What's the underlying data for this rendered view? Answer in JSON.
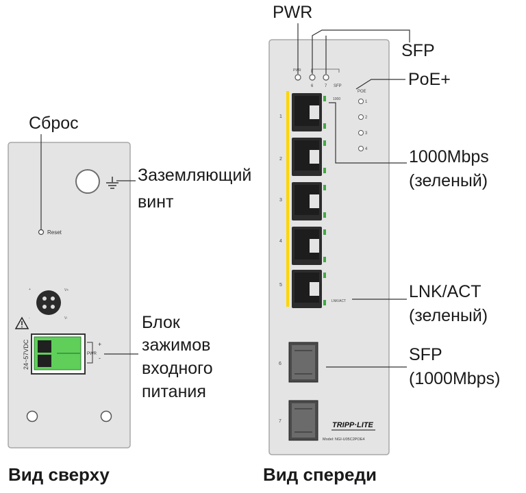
{
  "top_view": {
    "caption": "Вид сверху",
    "reset_callout": "Сброс",
    "reset_marking": "Reset",
    "ground_callout": [
      "Заземляющий",
      "винт"
    ],
    "terminal_callout": [
      "Блок",
      "зажимов",
      "входного",
      "питания"
    ],
    "voltage_marking": "24~57VDC",
    "terminal_marking": "PWR",
    "terminal_polarity": [
      "+",
      "-"
    ],
    "console_pins": [
      "V+",
      "V-",
      "+",
      "-"
    ]
  },
  "front_view": {
    "caption": "Вид спереди",
    "pwr_callout": "PWR",
    "sfp_led_callout": "SFP",
    "poe_callout": "PoE+",
    "speed_callout": [
      "1000Mbps",
      "(зеленый)"
    ],
    "link_callout": [
      "LNK/ACT",
      "(зеленый)"
    ],
    "sfp_port_callout": [
      "SFP",
      "(1000Mbps)"
    ],
    "led_markings": {
      "pwr": "PWR",
      "sfp6": "6",
      "sfp7": "7",
      "sfp": "SFP",
      "speed": "1000",
      "lnk": "LNK/ACT"
    },
    "poe_marking": "POE",
    "poe_channels": [
      "1",
      "2",
      "3",
      "4"
    ],
    "port_numbers": [
      "1",
      "2",
      "3",
      "4",
      "5"
    ],
    "sfp_port_numbers": [
      "6",
      "7"
    ],
    "brand": "TRIPP·LITE",
    "model": "Model: NGI-U05C2POE4"
  },
  "colors": {
    "panel": "#e4e4e4",
    "panel_border": "#a7a7a7",
    "led_green": "#46a846",
    "terminal_green": "#5fcf5a",
    "port_highlight": "#ffd500"
  }
}
